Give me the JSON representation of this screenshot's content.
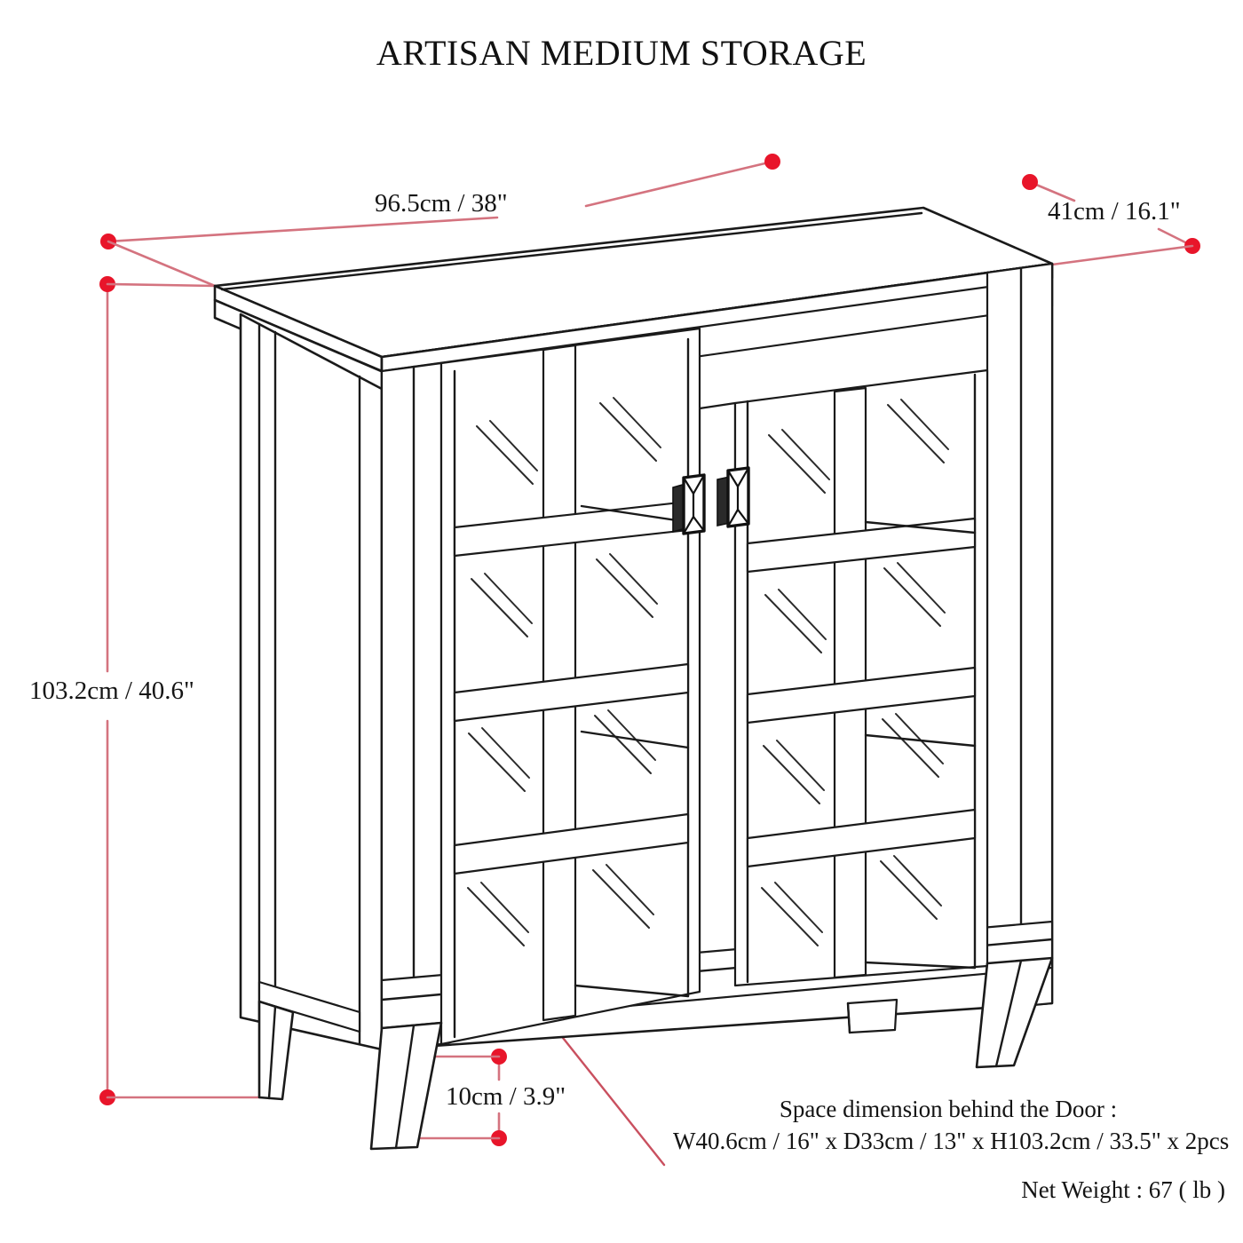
{
  "document": {
    "title": "ARTISAN MEDIUM STORAGE",
    "type": "furniture-dimension-diagram"
  },
  "colors": {
    "dimension_red": "#e8152a",
    "leader_red": "#c94a5a",
    "outline": "#1a1a1a",
    "background": "#ffffff"
  },
  "dimensions": {
    "width": "96.5cm / 38\"",
    "depth": "41cm / 16.1\"",
    "height": "103.2cm / 40.6\"",
    "leg_clearance": "10cm / 3.9\""
  },
  "notes": {
    "space_title": "Space dimension behind the Door :",
    "space_value": "W40.6cm / 16\" x D33cm / 13\" x H103.2cm / 33.5\" x 2pcs",
    "net_weight": "Net Weight : 67 ( lb )"
  },
  "product": {
    "doors": 2,
    "panes_per_door": 8,
    "pane_columns_per_door": 2,
    "pane_rows_per_door": 4,
    "handles": 2,
    "legs": 4
  }
}
